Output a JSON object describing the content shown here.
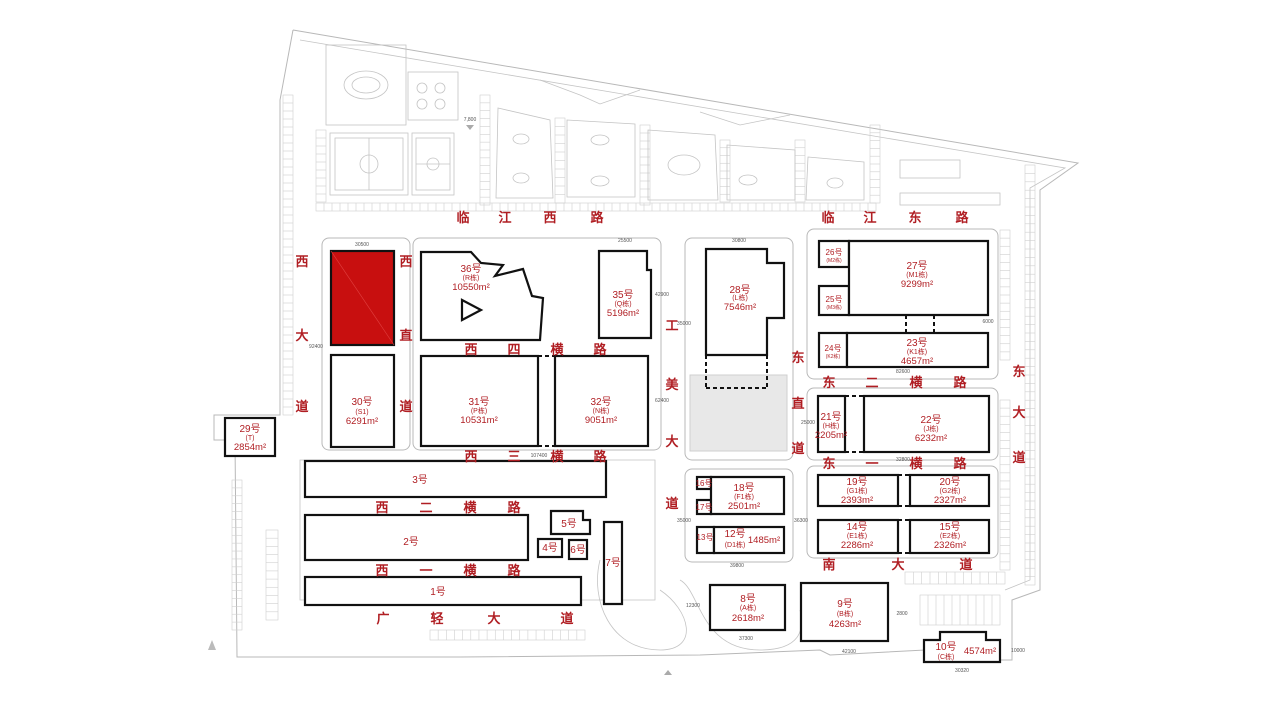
{
  "roads": {
    "linjiang_xi": [
      "临",
      "江",
      "西",
      "路"
    ],
    "linjiang_dong": [
      "临",
      "江",
      "东",
      "路"
    ],
    "xi_da_dao": [
      "西",
      "大",
      "道"
    ],
    "xi_zhi_dao": [
      "西",
      "直",
      "道"
    ],
    "xi_si_heng": [
      "西",
      "四",
      "横",
      "路"
    ],
    "xi_san_heng": [
      "西",
      "三",
      "横",
      "路"
    ],
    "xi_er_heng": [
      "西",
      "二",
      "横",
      "路"
    ],
    "xi_yi_heng": [
      "西",
      "一",
      "横",
      "路"
    ],
    "gongmei_da_dao": [
      "工",
      "美",
      "大",
      "道"
    ],
    "guangqing_da_dao": [
      "广",
      "轻",
      "大",
      "道"
    ],
    "dong_zhi_dao": [
      "东",
      "直",
      "道"
    ],
    "dong_da_dao": [
      "东",
      "大",
      "道"
    ],
    "dong_er_heng": [
      "东",
      "二",
      "横",
      "路"
    ],
    "dong_yi_heng": [
      "东",
      "一",
      "横",
      "路"
    ],
    "nan_da_dao": [
      "南",
      "大",
      "道"
    ]
  },
  "buildings": {
    "b36": {
      "name": "36号",
      "sub": "(R栋)",
      "area": "10550m²"
    },
    "b35": {
      "name": "35号",
      "sub": "(Q栋)",
      "area": "5196m²"
    },
    "b28": {
      "name": "28号",
      "sub": "(L栋)",
      "area": "7546m²"
    },
    "b26": {
      "name": "26号",
      "sub": "(M2栋)"
    },
    "b25": {
      "name": "25号",
      "sub": "(M3栋)"
    },
    "b27": {
      "name": "27号",
      "sub": "(M1栋)",
      "area": "9299m²"
    },
    "b24": {
      "name": "24号",
      "sub": "(K2栋)"
    },
    "b23": {
      "name": "23号",
      "sub": "(K1栋)",
      "area": "4657m²"
    },
    "b30": {
      "name": "30号",
      "sub": "(S1)",
      "area": "6291m²"
    },
    "b31": {
      "name": "31号",
      "sub": "(P栋)",
      "area": "10531m²"
    },
    "b32": {
      "name": "32号",
      "sub": "(N栋)",
      "area": "9051m²"
    },
    "b21": {
      "name": "21号",
      "sub": "(H栋)",
      "area": "2205m²"
    },
    "b22": {
      "name": "22号",
      "sub": "(J栋)",
      "area": "6232m²"
    },
    "b29": {
      "name": "29号",
      "sub": "(T)",
      "area": "2854m²"
    },
    "b3": {
      "name": "3号"
    },
    "b2": {
      "name": "2号"
    },
    "b1": {
      "name": "1号"
    },
    "b5": {
      "name": "5号"
    },
    "b4": {
      "name": "4号"
    },
    "b6": {
      "name": "6号"
    },
    "b7": {
      "name": "7号"
    },
    "b16": {
      "name": "16号"
    },
    "b17": {
      "name": "17号"
    },
    "b18": {
      "name": "18号",
      "sub": "(F1栋)",
      "area": "2501m²"
    },
    "b13": {
      "name": "13号"
    },
    "b12": {
      "name": "12号",
      "sub": "(D1栋)",
      "area": "1485m²"
    },
    "b19": {
      "name": "19号",
      "sub": "(G1栋)",
      "area": "2393m²"
    },
    "b20": {
      "name": "20号",
      "sub": "(G2栋)",
      "area": "2327m²"
    },
    "b14": {
      "name": "14号",
      "sub": "(E1栋)",
      "area": "2286m²"
    },
    "b15": {
      "name": "15号",
      "sub": "(E2栋)",
      "area": "2326m²"
    },
    "b8": {
      "name": "8号",
      "sub": "(A栋)",
      "area": "2618m²"
    },
    "b9": {
      "name": "9号",
      "sub": "(B栋)",
      "area": "4263m²"
    },
    "b10": {
      "name": "10号",
      "sub": "(C栋)",
      "area": "4574m²"
    }
  },
  "selected_building": "b30-north",
  "dimensions": {
    "d30500": "30500",
    "d25500": "25500",
    "d30800": "30800",
    "d42900": "42900",
    "d35000a": "35000",
    "d92400": "92400",
    "d62400": "62400",
    "d107400": "107400",
    "d25000": "25000",
    "d82600": "82600",
    "d32800": "32800",
    "d6000": "6000",
    "d35000b": "35000",
    "d36300": "36300",
    "d39800": "39800",
    "d37300": "37300",
    "d12300": "12300",
    "d42100": "42100",
    "d2800": "2800",
    "d10000": "10000",
    "d30320": "30320",
    "d7800": "7,800"
  },
  "colors": {
    "building_selected": "#c80f0f",
    "label": "#b01e23"
  }
}
